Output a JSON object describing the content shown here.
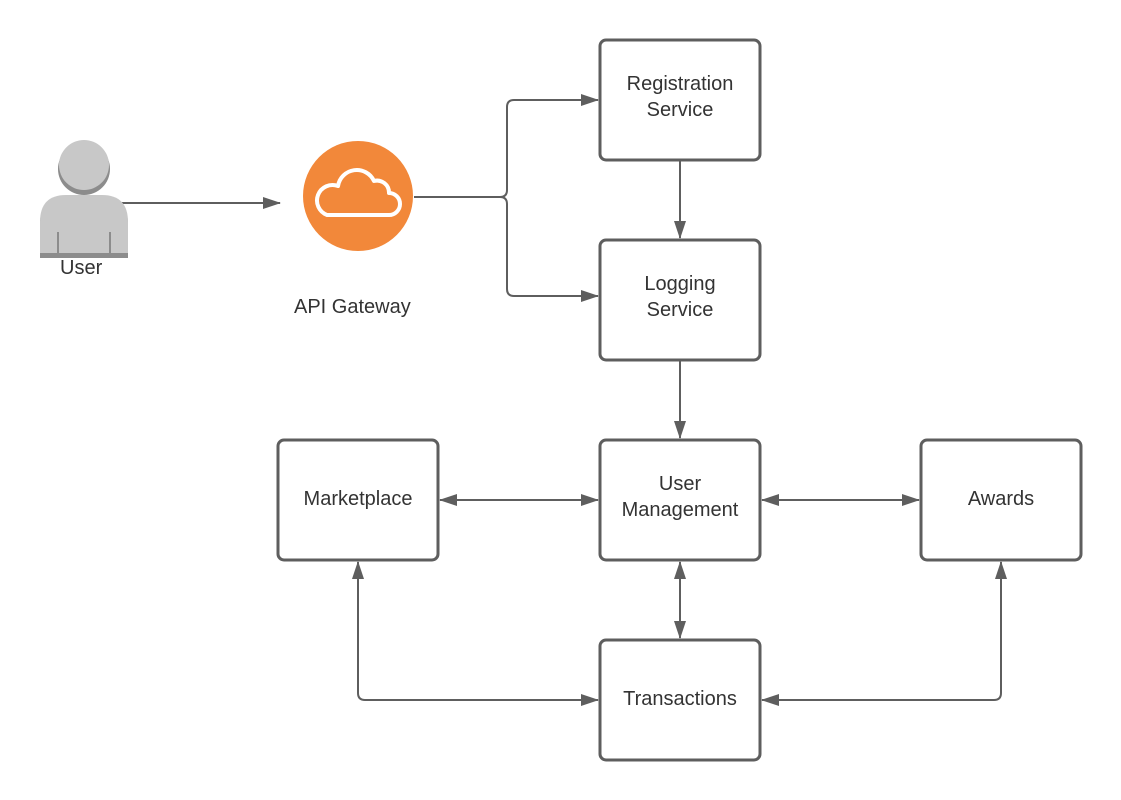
{
  "diagram": {
    "user": {
      "label": "User",
      "icon": "user-icon"
    },
    "gateway": {
      "label": "API Gateway",
      "icon": "cloud-icon",
      "color": "#f2883a"
    },
    "nodes": {
      "registration": [
        "Registration",
        "Service"
      ],
      "logging": [
        "Logging",
        "Service"
      ],
      "user_management": [
        "User",
        "Management"
      ],
      "marketplace": [
        "Marketplace"
      ],
      "awards": [
        "Awards"
      ],
      "transactions": [
        "Transactions"
      ]
    },
    "colors": {
      "stroke": "#5e5e5e",
      "text": "#333333",
      "user_icon": "#c8c8c8",
      "user_icon_shadow": "#8c8c8c"
    }
  }
}
